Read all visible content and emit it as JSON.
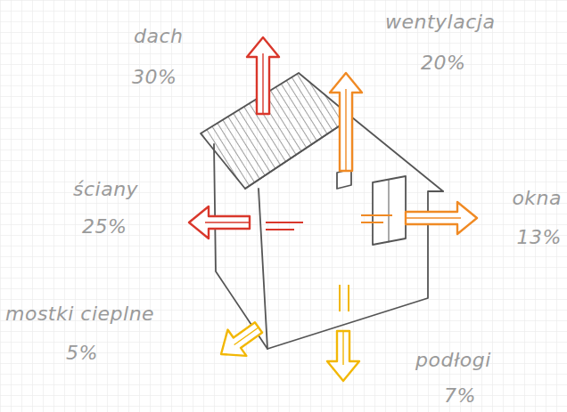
{
  "diagram": {
    "labels": [
      "dach",
      "30%",
      "wentylacja",
      "20%",
      "ściany",
      "25%",
      "okna",
      "13%",
      "mostki cieplne",
      "5%",
      "podłogi",
      "7%"
    ]
  }
}
